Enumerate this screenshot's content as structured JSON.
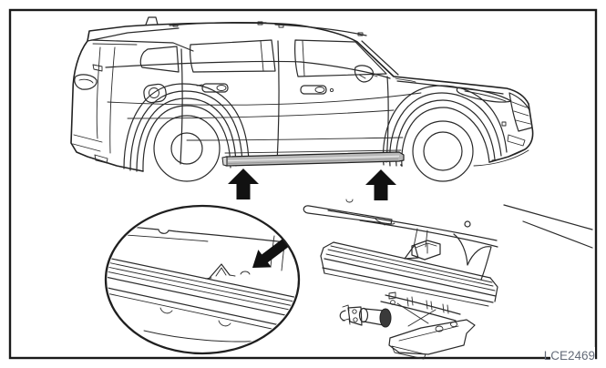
{
  "figure": {
    "code": "LCE2469",
    "title": "Jack-up point locations",
    "description": "Side view of an SUV with two solid arrows pointing to jack-up points on the side sill, a magnified circular inset of the sill jack-point notch, and a detail view of the jack engaging the jack-up point."
  },
  "colors": {
    "background": "#ffffff",
    "frame_border": "#1a1a1a",
    "line_art": "#2a2a2a",
    "arrow_fill": "#111111",
    "sill_fill": "#b8b8b8",
    "sill_cap_fill": "#d9d9d9",
    "sill_highlight": "#e6e6e6",
    "jack_collar_fill": "#3a3a3a",
    "label_text": "#646b78"
  },
  "icons": [
    {
      "name": "jack-point-arrow-left",
      "shape": "solid-up-arrow"
    },
    {
      "name": "jack-point-arrow-right",
      "shape": "solid-up-arrow"
    },
    {
      "name": "inset-pointer-arrow",
      "shape": "solid-diagonal-arrow"
    }
  ]
}
